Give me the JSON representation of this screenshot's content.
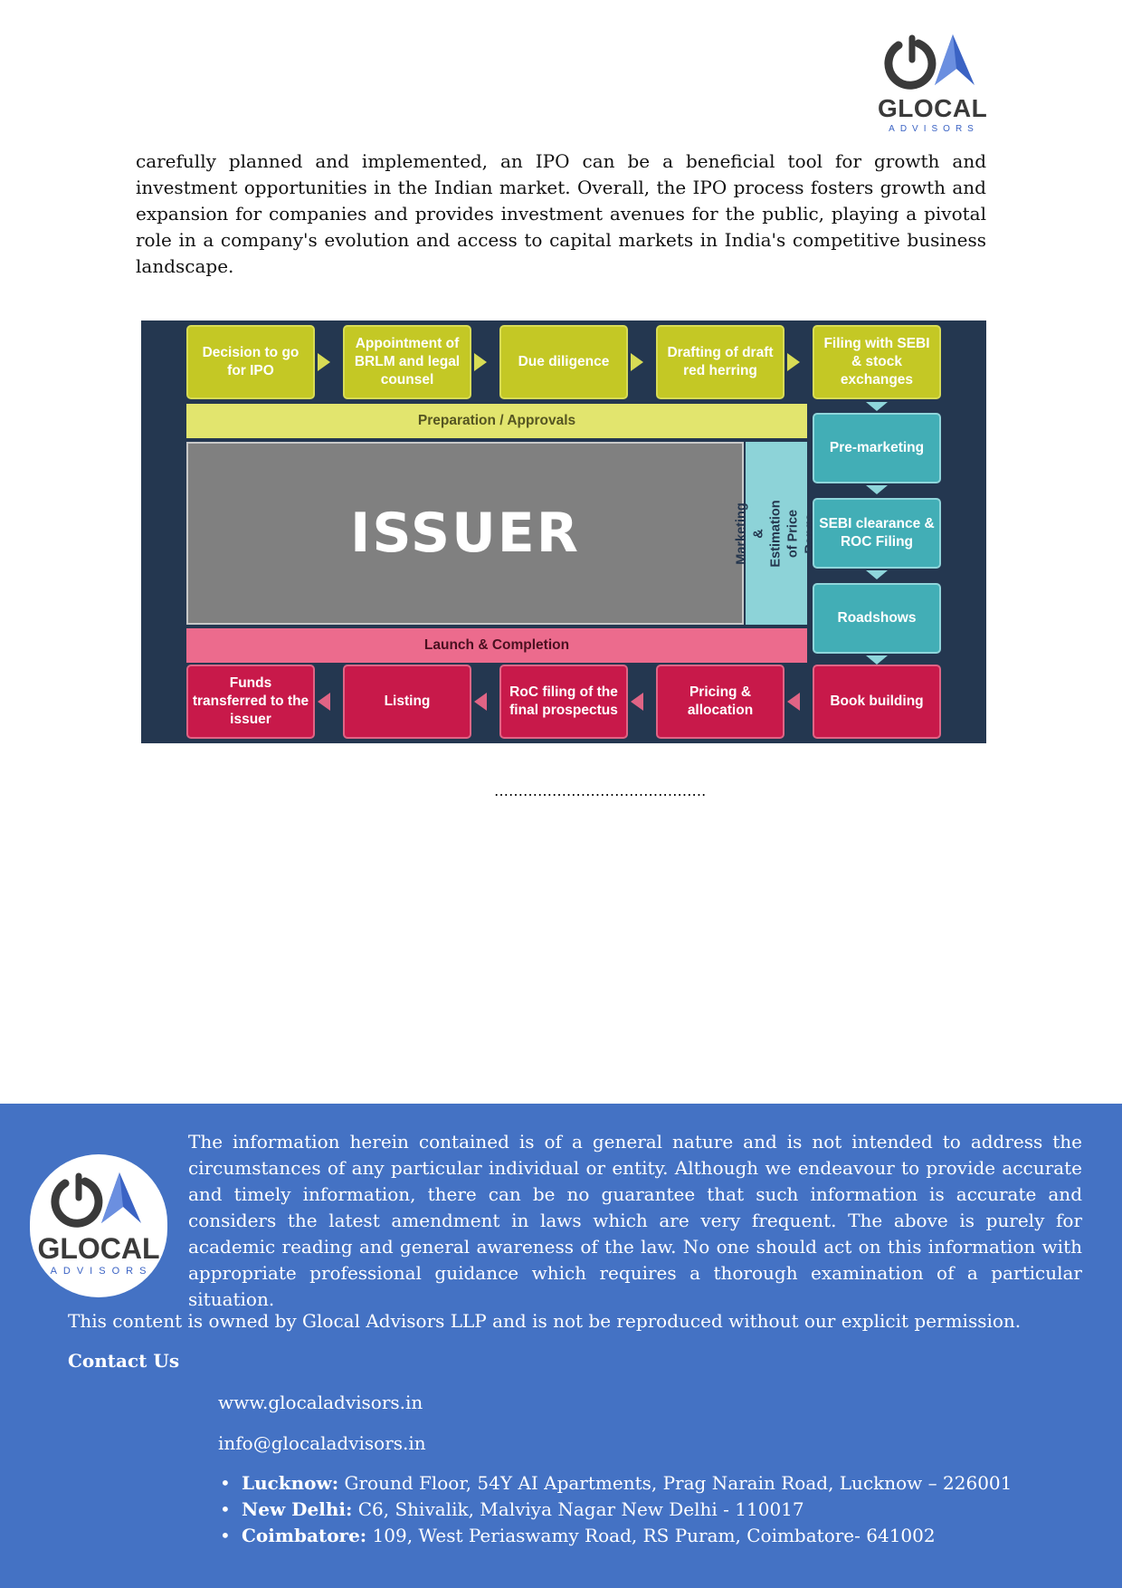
{
  "logo": {
    "word": "GLOCAL",
    "sub": "ADVISORS"
  },
  "intro_text": "carefully planned and implemented, an IPO can be a beneficial tool for growth and investment opportunities in the Indian market. Overall, the IPO process fosters growth and expansion for companies and provides investment avenues for the public, playing a pivotal role in a company's evolution and access to capital markets in India's competitive business landscape.",
  "diagram": {
    "top_row": [
      "Decision to go for IPO",
      "Appointment of BRLM and legal counsel",
      "Due diligence",
      "Drafting of draft red herring",
      "Filing with SEBI & stock exchanges"
    ],
    "right_column": [
      "Pre-marketing",
      "SEBI clearance & ROC Filing",
      "Roadshows"
    ],
    "bottom_row": [
      "Funds transferred to the issuer",
      "Listing",
      "RoC filing of the final prospectus",
      "Pricing & allocation",
      "Book building"
    ],
    "preparation_band": "Preparation / Approvals",
    "launch_band": "Launch & Completion",
    "center": "ISSUER",
    "marketing_band": "Marketing & Estimation of Price Range"
  },
  "separator": "…………….……………………….",
  "footer": {
    "disclaimer": "The information herein contained is of a general nature and is not intended to address the circumstances of any particular individual or entity. Although we endeavour to provide accurate and timely information, there can be no guarantee that such information is accurate and considers the latest amendment in laws which are very frequent. The above is purely for academic reading and general awareness of the law. No one should act on this information with appropriate professional guidance which requires a thorough examination of a particular situation.",
    "ownership": "This content is owned by Glocal Advisors LLP and is not be reproduced without our explicit permission.",
    "contact_title": "Contact Us",
    "website": "www.glocaladvisors.in",
    "email": "info@glocaladvisors.in",
    "addresses": [
      {
        "city": "Lucknow:",
        "address": "Ground Floor, 54Y AI Apartments, Prag Narain Road, Lucknow – 226001"
      },
      {
        "city": "New Delhi:",
        "address": "C6, Shivalik, Malviya Nagar New Delhi - 110017"
      },
      {
        "city": "Coimbatore:",
        "address": "109, West Periaswamy Road, RS Puram, Coimbatore- 641002"
      }
    ]
  }
}
